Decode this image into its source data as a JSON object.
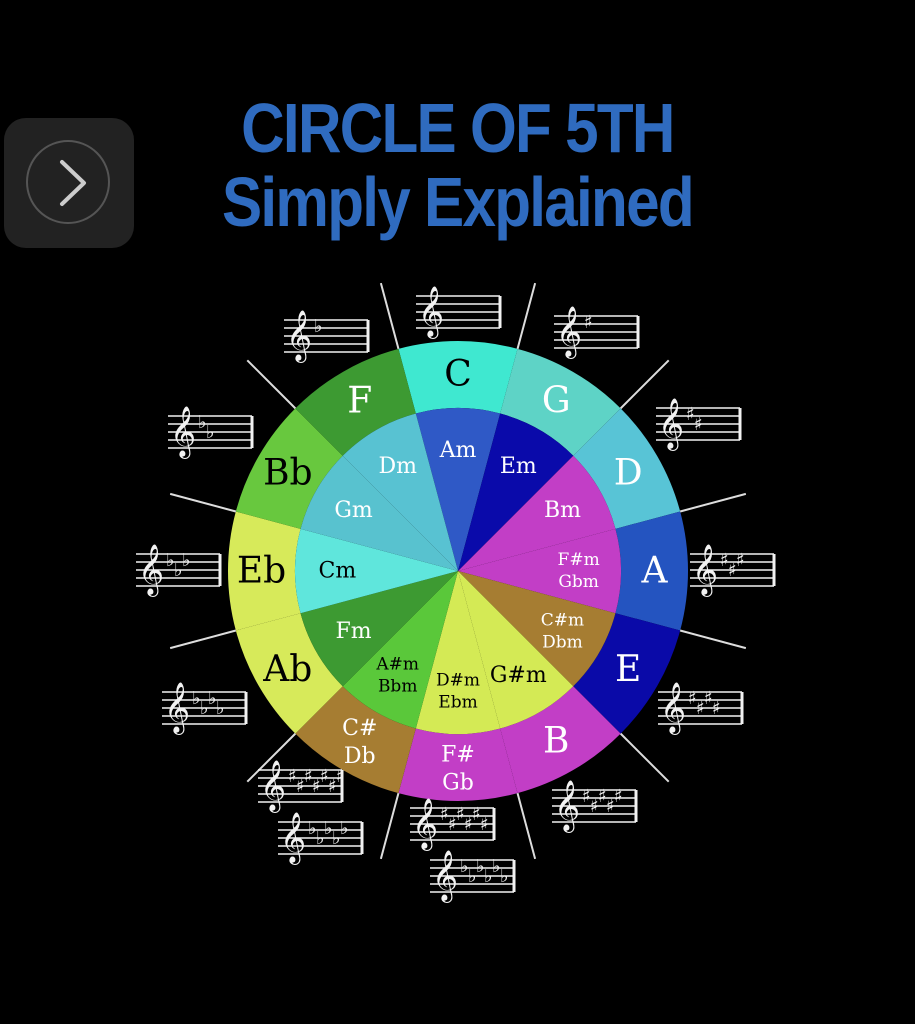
{
  "title": {
    "line1": "CIRCLE OF 5TH",
    "line2": "Simply Explained"
  },
  "nav": {
    "icon": "chevron-right-icon"
  },
  "major_keys": [
    "C",
    "G",
    "D",
    "A",
    "E",
    "B",
    "F#|Gb",
    "C#|Db",
    "Ab",
    "Eb",
    "Bb",
    "F"
  ],
  "minor_keys": [
    "Am",
    "Em",
    "Bm",
    "F#m|Gbm",
    "C#m|Dbm",
    "G#m",
    "D#m|Ebm",
    "A#m|Bbm",
    "Fm",
    "Cm",
    "Gm",
    "Dm"
  ],
  "key_signatures": [
    {
      "key": "C",
      "accidental": "",
      "count": 0
    },
    {
      "key": "G",
      "accidental": "♯",
      "count": 1
    },
    {
      "key": "D",
      "accidental": "♯",
      "count": 2
    },
    {
      "key": "A",
      "accidental": "♯",
      "count": 3
    },
    {
      "key": "E",
      "accidental": "♯",
      "count": 4
    },
    {
      "key": "B",
      "accidental": "♯",
      "count": 5
    },
    {
      "key": "F#/Gb",
      "accidental": "♯/♭",
      "count": "6/6"
    },
    {
      "key": "C#/Db",
      "accidental": "♯/♭",
      "count": "7/5"
    },
    {
      "key": "Ab",
      "accidental": "♭",
      "count": 4
    },
    {
      "key": "Eb",
      "accidental": "♭",
      "count": 3
    },
    {
      "key": "Bb",
      "accidental": "♭",
      "count": 2
    },
    {
      "key": "F",
      "accidental": "♭",
      "count": 1
    }
  ],
  "outer_colors": [
    "#3fe8d0",
    "#5ed3c6",
    "#58c4d6",
    "#2454c0",
    "#0a0aa8",
    "#c23ec6",
    "#c23ec6",
    "#a67d32",
    "#d7ea5a",
    "#d7ea5a",
    "#68c83e",
    "#3d9a32"
  ],
  "inner_colors": [
    "#2f59c6",
    "#0a0aaa",
    "#c23ec6",
    "#c23ec6",
    "#a67d32",
    "#d4ea55",
    "#d4ea55",
    "#5ac83a",
    "#3d9a32",
    "#5fe6dc",
    "#58c2cf",
    "#58c2d2"
  ]
}
